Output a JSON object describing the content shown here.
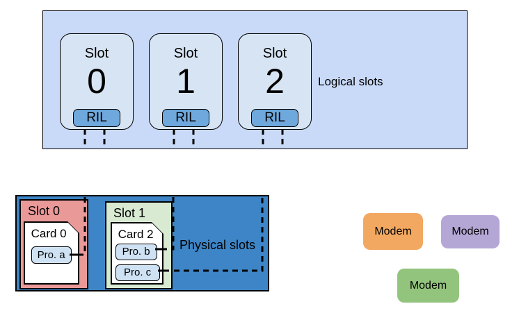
{
  "canvas": {
    "background": "#ffffff"
  },
  "logical": {
    "label": "Logical slots",
    "container_color": "#c9daf8",
    "slot_fill": "#d7e4f3",
    "ril_fill": "#6fa8dc",
    "slots": [
      {
        "title": "Slot",
        "number": "0",
        "ril_label": "RIL"
      },
      {
        "title": "Slot",
        "number": "1",
        "ril_label": "RIL"
      },
      {
        "title": "Slot",
        "number": "2",
        "ril_label": "RIL"
      }
    ]
  },
  "physical": {
    "label": "Physical slots",
    "container_color": "#3d85c6",
    "profile_fill": "#cfe2f3",
    "slots": [
      {
        "name": "Slot 0",
        "color": "#ea9999",
        "card": {
          "name": "Card 0",
          "profiles": [
            {
              "label": "Pro. a"
            }
          ]
        }
      },
      {
        "name": "Slot 1",
        "color": "#d9ead3",
        "card": {
          "name": "Card 2",
          "profiles": [
            {
              "label": "Pro. b"
            },
            {
              "label": "Pro. c"
            }
          ]
        }
      }
    ]
  },
  "modems": [
    {
      "label": "Modem",
      "color": "#f2a861"
    },
    {
      "label": "Modem",
      "color": "#b4a7d6"
    },
    {
      "label": "Modem",
      "color": "#93c47d"
    }
  ],
  "connector_color": "#000000"
}
